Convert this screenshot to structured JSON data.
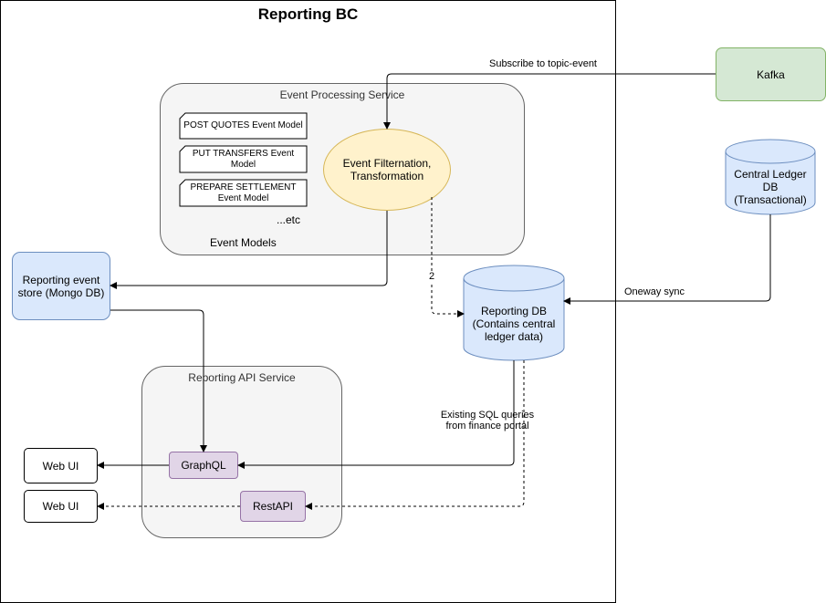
{
  "bc": {
    "title": "Reporting BC"
  },
  "event_processing": {
    "title": "Event Processing Service",
    "models": [
      "POST QUOTES Event Model",
      "PUT TRANSFERS Event Model",
      "PREPARE SETTLEMENT Event Model"
    ],
    "etc": "...etc",
    "models_label": "Event Models",
    "filter": "Event Filternation, Transformation"
  },
  "kafka": {
    "label": "Kafka"
  },
  "central_ledger": {
    "label": "Central Ledger DB (Transactional)"
  },
  "event_store": {
    "label": "Reporting event store (Mongo DB)"
  },
  "reporting_db": {
    "label": "Reporting DB (Contains central ledger data)"
  },
  "api_service": {
    "title": "Reporting API Service",
    "graphql": "GraphQL",
    "restapi": "RestAPI"
  },
  "web_ui": [
    "Web UI",
    "Web UI"
  ],
  "edges": {
    "subscribe": "Subscribe to topic-event",
    "oneway": "Oneway sync",
    "step2": "2",
    "sql": "Existing SQL queries from finance portal"
  },
  "colors": {
    "blue_fill": "#dae8fc",
    "blue_stroke": "#6c8ebf",
    "green_fill": "#d5e8d4",
    "green_stroke": "#82b366",
    "yellow_fill": "#fff2cc",
    "yellow_stroke": "#d6b656",
    "purple_fill": "#e1d5e7",
    "purple_stroke": "#9673a6",
    "group_fill": "#f5f5f5"
  }
}
